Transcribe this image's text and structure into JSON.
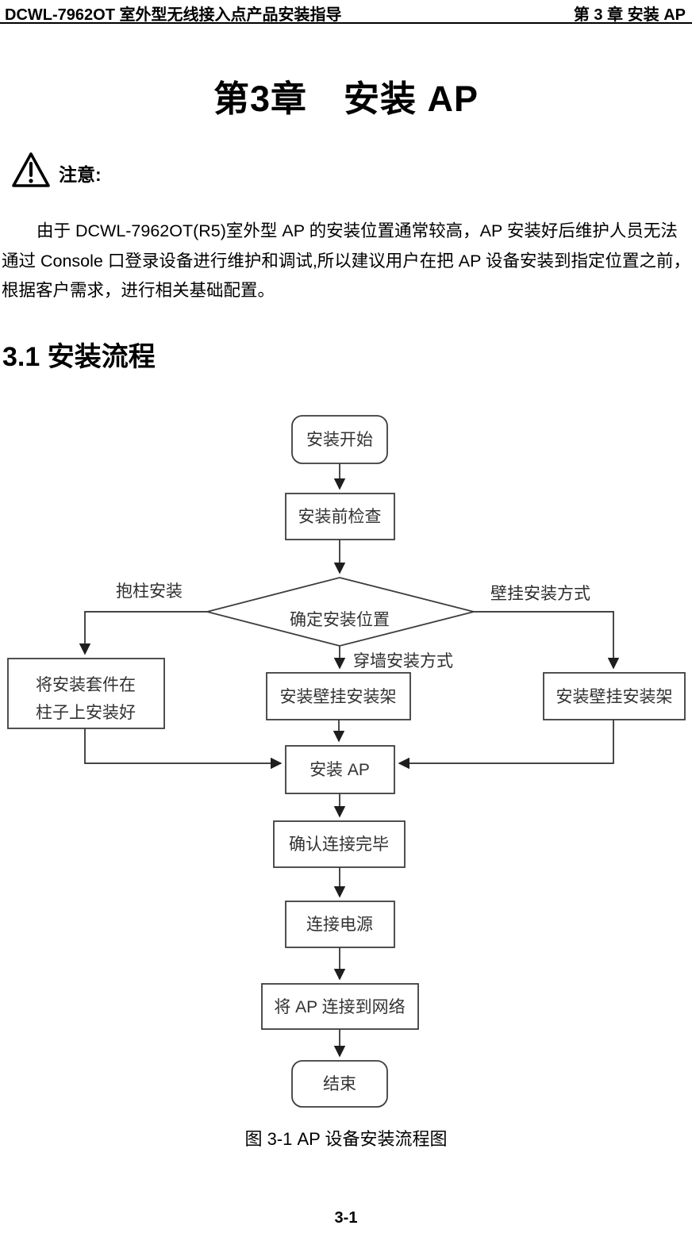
{
  "header": {
    "left_title": "DCWL-7962OT 室外型无线接入点产品安装指导",
    "right_chapter": "第 3 章  安装 AP"
  },
  "title": "第3章　安装 AP",
  "notice": {
    "label": "注意:",
    "icon": "warning-triangle-icon"
  },
  "paragraph": {
    "lines": [
      "由于 DCWL-7962OT(R5)室外型 AP 的安装位置通常较高，AP 安装好后维护人员无法",
      "通过 Console 口登录设备进行维护和调试,所以建议用户在把 AP 设备安装到指定位置之前，",
      "根据客户需求，进行相关基础配置。"
    ]
  },
  "section": {
    "heading": "3.1 安装流程"
  },
  "flowchart": {
    "type": "flowchart",
    "nodes": {
      "start": {
        "shape": "rounded",
        "label": "安装开始"
      },
      "precheck": {
        "shape": "rect",
        "label": "安装前检查"
      },
      "decision": {
        "shape": "diamond",
        "label": "确定安装位置"
      },
      "pole": {
        "shape": "rect",
        "line1": "将安装套件在",
        "line2": "柱子上安装好"
      },
      "wall_mid": {
        "shape": "rect",
        "label": "安装壁挂安装架"
      },
      "wall_right": {
        "shape": "rect",
        "label": "安装壁挂安装架"
      },
      "install_ap": {
        "shape": "rect",
        "label": "安装 AP"
      },
      "confirm": {
        "shape": "rect",
        "label": "确认连接完毕"
      },
      "power": {
        "shape": "rect",
        "label": "连接电源"
      },
      "network": {
        "shape": "rect",
        "label": "将 AP 连接到网络"
      },
      "end": {
        "shape": "rounded",
        "label": "结束"
      }
    },
    "branch_labels": {
      "pole": "抱柱安装",
      "wall": "壁挂安装方式",
      "through_wall": "穿墙安装方式"
    },
    "colors": {
      "node_stroke": "#3d3d3d",
      "edge_line": "#2b2b2b",
      "node_text": "#333333",
      "page_text": "#000000",
      "background": "#ffffff"
    }
  },
  "figure": {
    "caption": "图 3-1 AP  设备安装流程图"
  },
  "footer": {
    "page_number": "3-1"
  }
}
